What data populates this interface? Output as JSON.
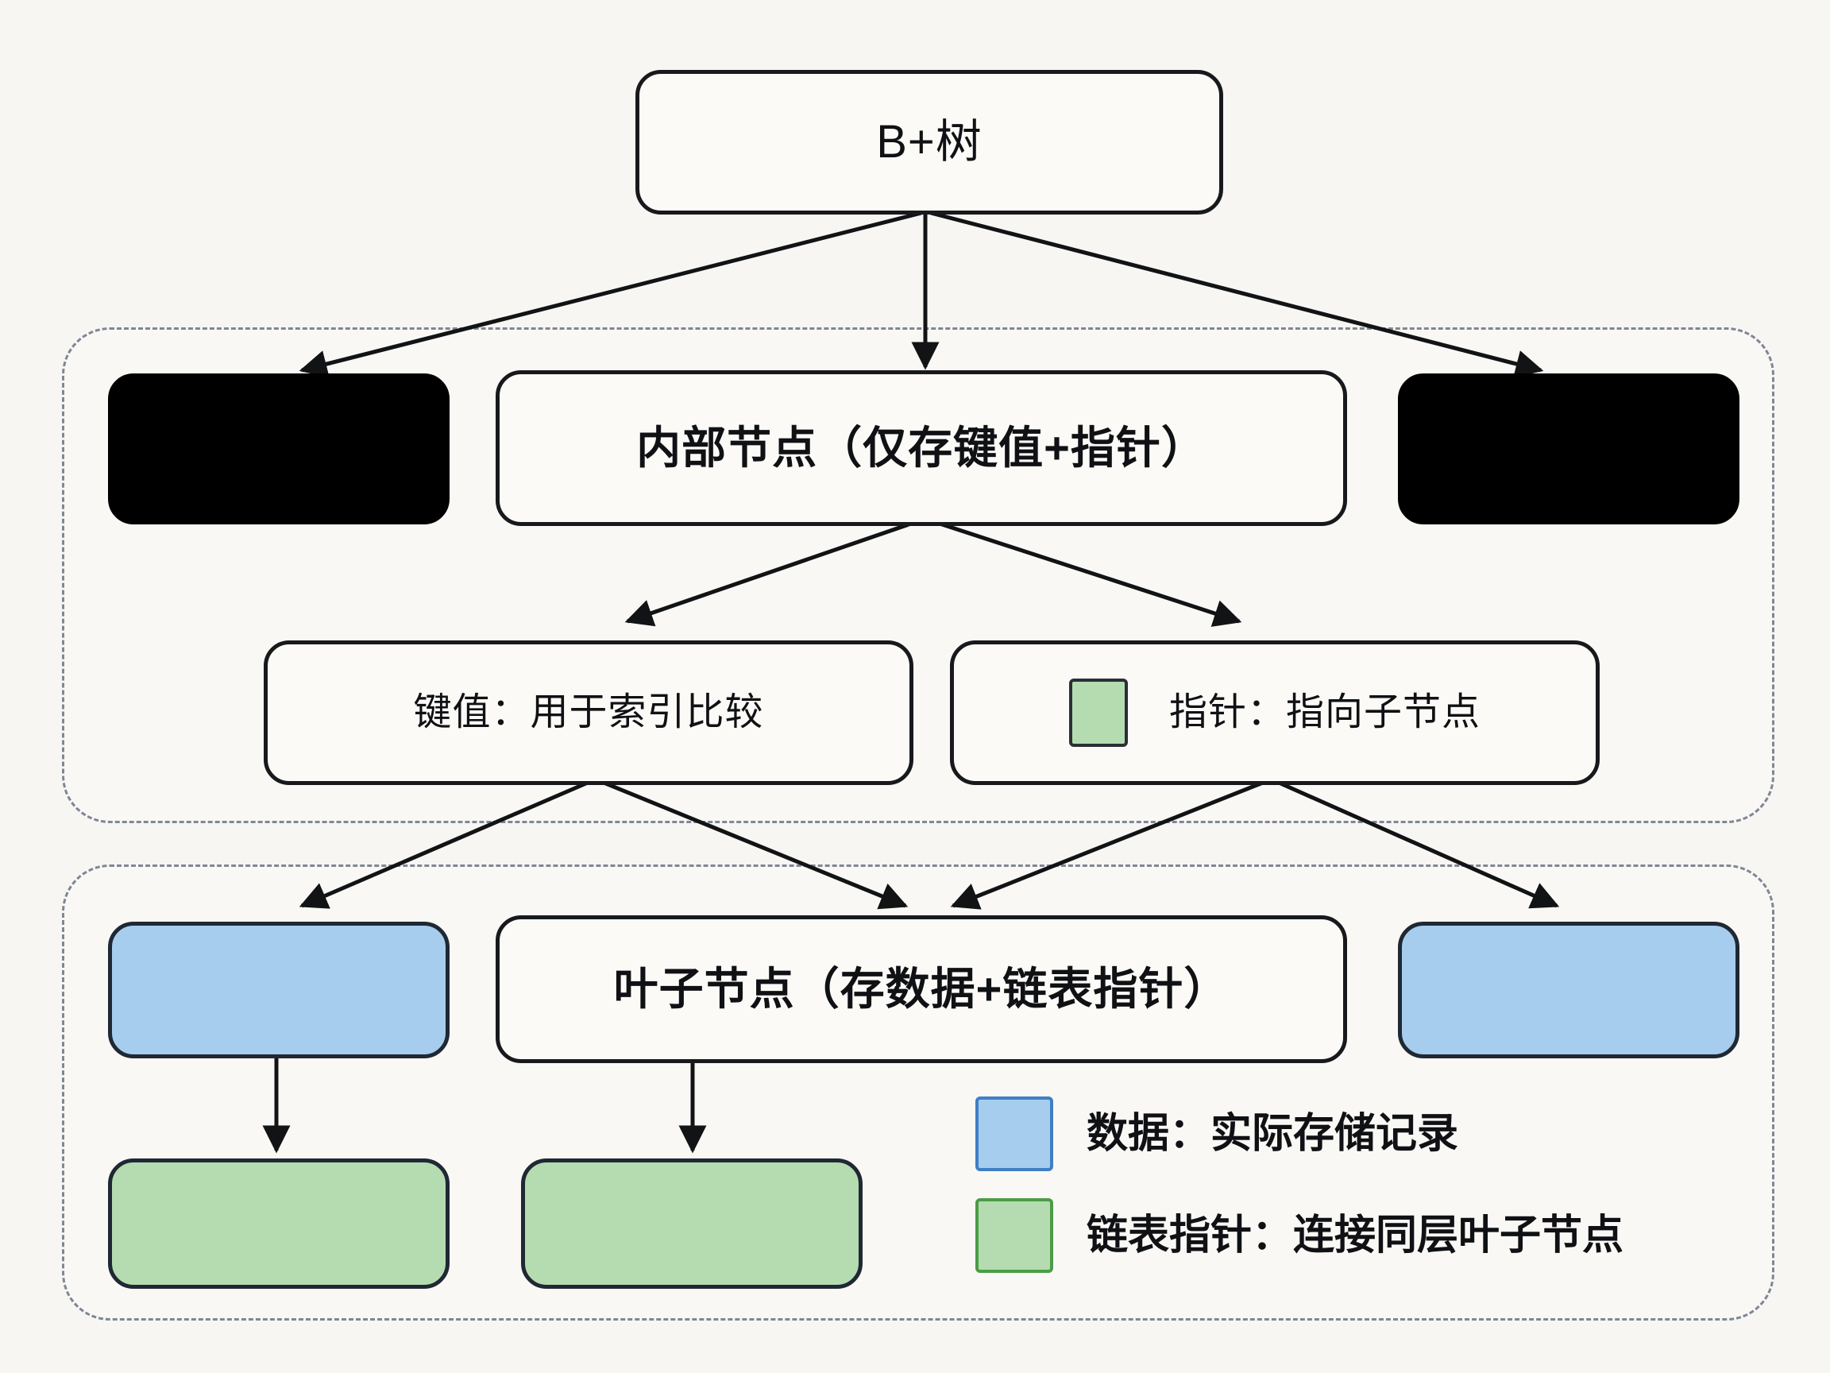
{
  "diagram": {
    "title": "B+树",
    "background_color": "#f7f6f2",
    "node_border_color": "#17191c",
    "accent_blue": "#a7cdee",
    "accent_green": "#b5dcb0",
    "legend_blue_border": "#3f7fc4",
    "legend_green_border": "#4a9c46"
  },
  "nodes": {
    "root": {
      "label": "B+树"
    },
    "internal": {
      "label": "内部节点（仅存键值+指针）"
    },
    "internal_left_black": {
      "label": ""
    },
    "internal_right_black": {
      "label": ""
    },
    "key": {
      "label": "键值：用于索引比较"
    },
    "pointer": {
      "label": "指针：指向子节点"
    },
    "leaf": {
      "label": "叶子节点（存数据+链表指针）"
    },
    "leaf_left_blue": {
      "label": ""
    },
    "leaf_right_blue": {
      "label": ""
    },
    "leaf_green_left": {
      "label": ""
    },
    "leaf_green_right": {
      "label": ""
    }
  },
  "legend": {
    "items": [
      {
        "swatch": "blue",
        "text": "数据：实际存储记录"
      },
      {
        "swatch": "green",
        "text": "链表指针：连接同层叶子节点"
      }
    ]
  },
  "groups": {
    "internal_group": {
      "label": ""
    },
    "leaf_group": {
      "label": ""
    }
  }
}
